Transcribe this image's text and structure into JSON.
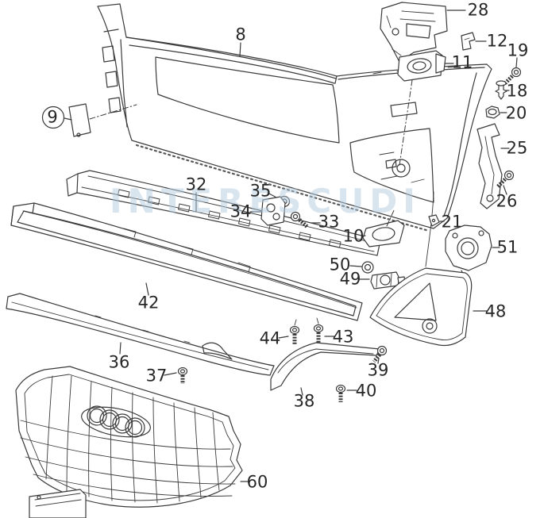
{
  "diagram": {
    "kind": "exploded parts diagram",
    "highlighted_callout": "9"
  },
  "colors": {
    "line": "#3a3a3a",
    "background": "#ffffff",
    "highlight_circle": "#cc2027",
    "watermark": "#b3cbdf"
  },
  "watermark": {
    "text": "INTERESCUDI"
  },
  "callouts": {
    "8": "8",
    "9": "9",
    "10": "10",
    "11": "11",
    "12": "12",
    "18": "18",
    "19": "19",
    "20": "20",
    "21": "21",
    "25": "25",
    "26": "26",
    "28": "28",
    "32": "32",
    "33": "33",
    "34": "34",
    "35": "35",
    "36": "36",
    "37": "37",
    "38": "38",
    "39": "39",
    "40": "40",
    "42": "42",
    "43": "43",
    "44": "44",
    "48": "48",
    "49": "49",
    "50": "50",
    "51": "51",
    "60": "60"
  }
}
